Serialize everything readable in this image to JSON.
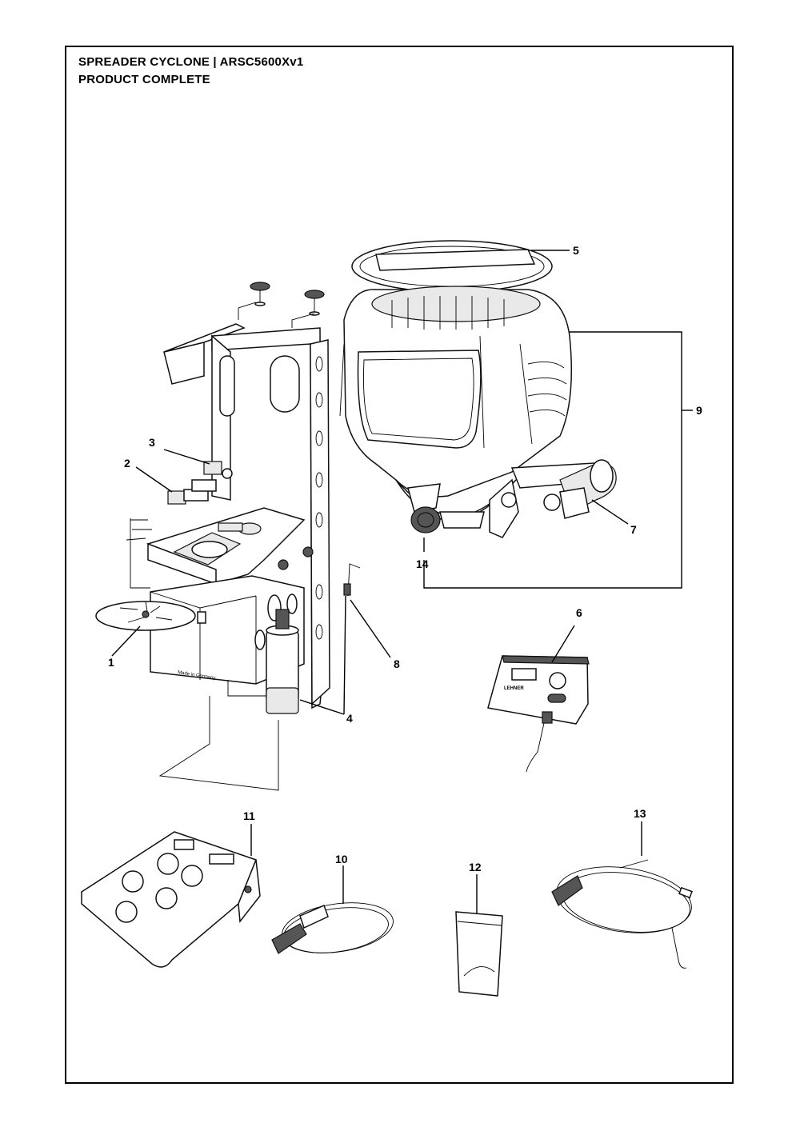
{
  "header": {
    "title_line1": "SPREADER CYCLONE | ARSC5600Xv1",
    "title_line2": "PRODUCT COMPLETE"
  },
  "callouts": {
    "c1": "1",
    "c2": "2",
    "c3": "3",
    "c4": "4",
    "c5": "5",
    "c6": "6",
    "c7": "7",
    "c8": "8",
    "c9": "9",
    "c10": "10",
    "c11": "11",
    "c12": "12",
    "c13": "13",
    "c14": "14"
  },
  "labels": {
    "made_in": "Made in Germany",
    "brand": "LEHNER"
  }
}
